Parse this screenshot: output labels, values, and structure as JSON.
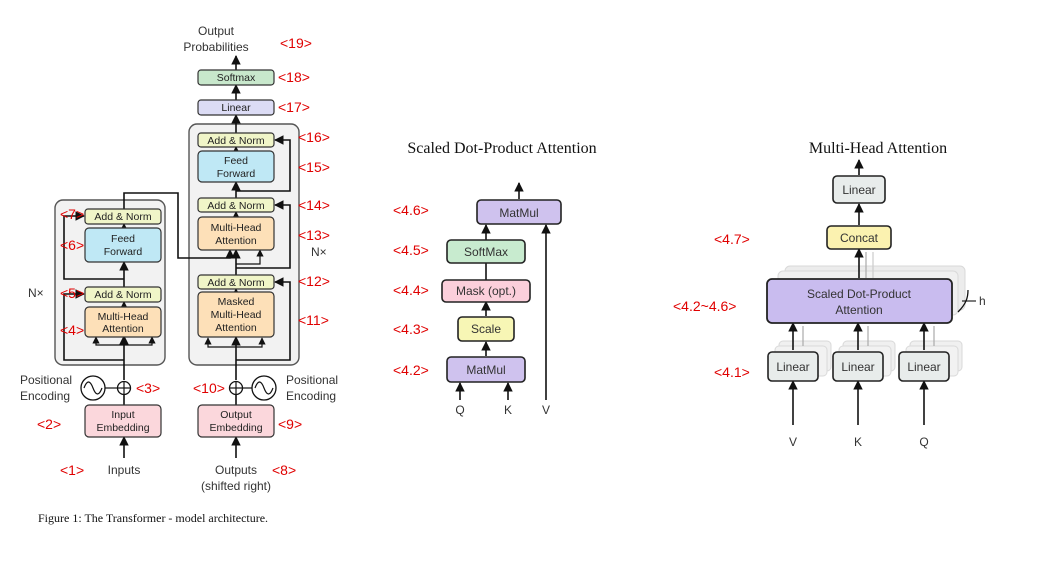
{
  "colors": {
    "embedding": "#fbd7dc",
    "add_norm": "#f0f5c8",
    "feed_forward": "#bfe8f5",
    "attention": "#fde0b8",
    "linear_dec": "#dcdcf5",
    "softmax_dec": "#c8e8cc",
    "matmul": "#cfc2ee",
    "softmax_sdp": "#c8ebcf",
    "mask": "#fbcfdb",
    "scale": "#f7f6b5",
    "concat": "#fbf2b0",
    "sdp_box": "#c9bcef",
    "linear_grey": "#e8eceb",
    "block_bg": "#f2f2f2",
    "red_label": "#e00000"
  },
  "figure1": {
    "labels": {
      "output_probabilities_line1": "Output",
      "output_probabilities_line2": "Probabilities",
      "softmax": "Softmax",
      "linear": "Linear",
      "add_norm": "Add & Norm",
      "feed_forward_line1": "Feed",
      "feed_forward_line2": "Forward",
      "multi_head_line1": "Multi-Head",
      "multi_head_line2": "Attention",
      "masked_line1": "Masked",
      "masked_line2": "Multi-Head",
      "masked_line3": "Attention",
      "nx": "N×",
      "positional_line1": "Positional",
      "positional_line2": "Encoding",
      "input_embedding_line1": "Input",
      "input_embedding_line2": "Embedding",
      "output_embedding_line1": "Output",
      "output_embedding_line2": "Embedding",
      "inputs": "Inputs",
      "outputs_line1": "Outputs",
      "outputs_line2": "(shifted right)"
    },
    "caption": "Figure 1: The Transformer - model architecture.",
    "markers": {
      "m1": "<1>",
      "m2": "<2>",
      "m3": "<3>",
      "m4": "<4>",
      "m5": "<5>",
      "m6": "<6>",
      "m7": "<7>",
      "m8": "<8>",
      "m9": "<9>",
      "m10": "<10>",
      "m11": "<11>",
      "m12": "<12>",
      "m13": "<13>",
      "m14": "<14>",
      "m15": "<15>",
      "m16": "<16>",
      "m17": "<17>",
      "m18": "<18>",
      "m19": "<19>"
    }
  },
  "sdp": {
    "title": "Scaled Dot-Product Attention",
    "matmul": "MatMul",
    "softmax": "SoftMax",
    "mask": "Mask (opt.)",
    "scale": "Scale",
    "q": "Q",
    "k": "K",
    "v": "V",
    "markers": {
      "m46": "<4.6>",
      "m45": "<4.5>",
      "m44": "<4.4>",
      "m43": "<4.3>",
      "m42": "<4.2>"
    }
  },
  "mha": {
    "title": "Multi-Head Attention",
    "linear_top": "Linear",
    "concat": "Concat",
    "sdp_line1": "Scaled Dot-Product",
    "sdp_line2": "Attention",
    "h": "h",
    "linear": "Linear",
    "v": "V",
    "k": "K",
    "q": "Q",
    "markers": {
      "m47": "<4.7>",
      "m4246": "<4.2~4.6>",
      "m41": "<4.1>"
    }
  }
}
